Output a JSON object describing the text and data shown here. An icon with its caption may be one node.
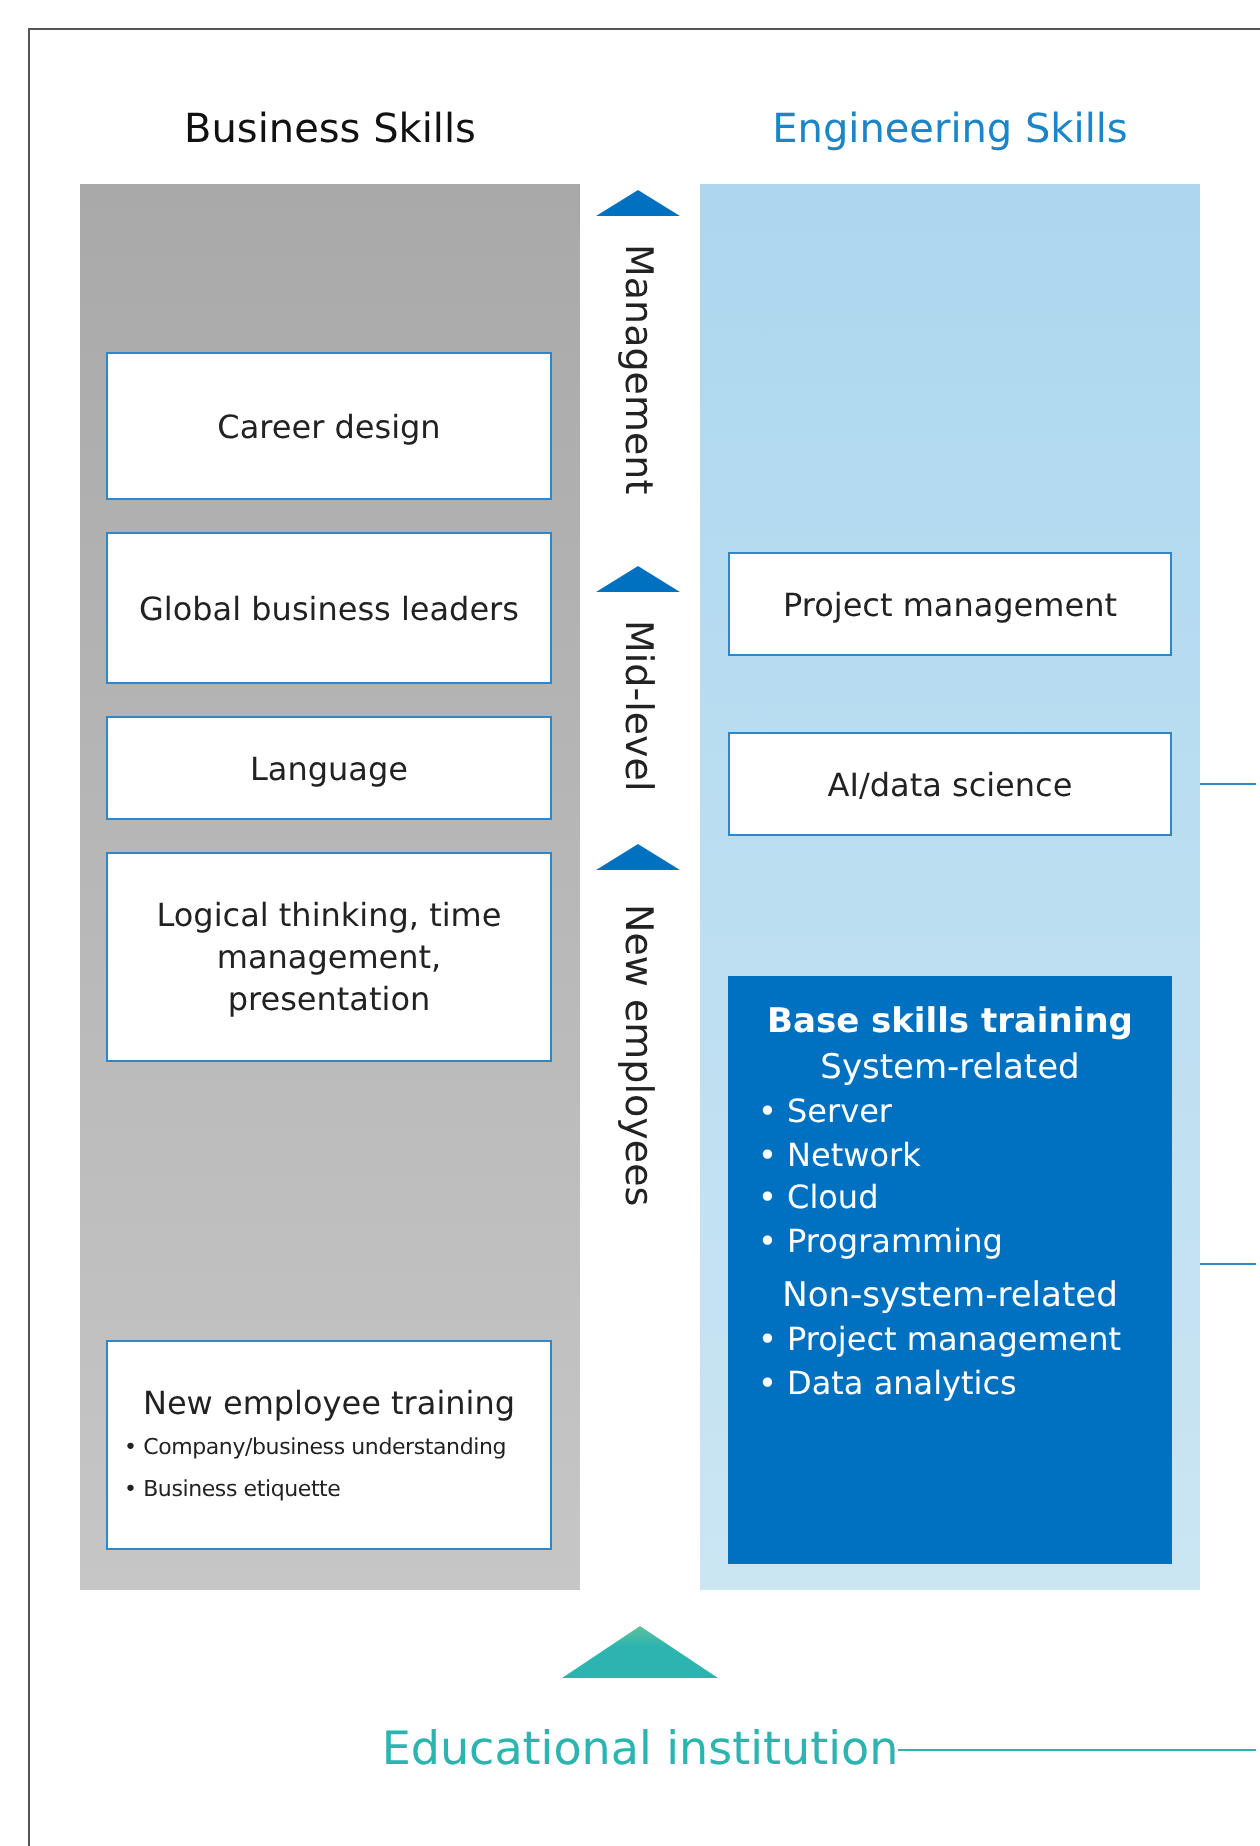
{
  "diagram": {
    "nodes": [
      {
        "text": [
          "Business Skills"
        ]
      },
      {
        "text": [
          "Career design"
        ],
        "in": 0
      },
      {
        "text": [
          "Global business leaders"
        ],
        "in": 0
      },
      {
        "text": [
          "Language"
        ],
        "in": 0
      },
      {
        "text": [
          "Logical thinking, time management, presentation"
        ],
        "in": 0
      },
      {
        "text": [
          "New employee training",
          "• Company/business understanding",
          "• Business etiquette"
        ],
        "in": 0
      },
      {
        "text": [
          "Engineering Skills"
        ]
      },
      {
        "text": [
          "Project management"
        ],
        "in": 6
      },
      {
        "text": [
          "AI/data science"
        ],
        "in": 6
      },
      {
        "text": [
          "Base skills training",
          "System-related",
          "• Server",
          "• Network",
          "• Cloud",
          "• Programming",
          "Non-system-related",
          "• Project management",
          "• Data analytics"
        ],
        "in": 6
      },
      {
        "text": [
          "Educational institution"
        ]
      }
    ],
    "edges": [
      {
        "from": 8,
        "to": null,
        "arrow": "none"
      },
      {
        "from": 9,
        "to": null,
        "arrow": "none"
      },
      {
        "from": 10,
        "to": null,
        "arrow": "none",
        "color": "#2cb5b0"
      }
    ],
    "labels": [
      "Management",
      "Mid-level",
      "New employees"
    ]
  }
}
